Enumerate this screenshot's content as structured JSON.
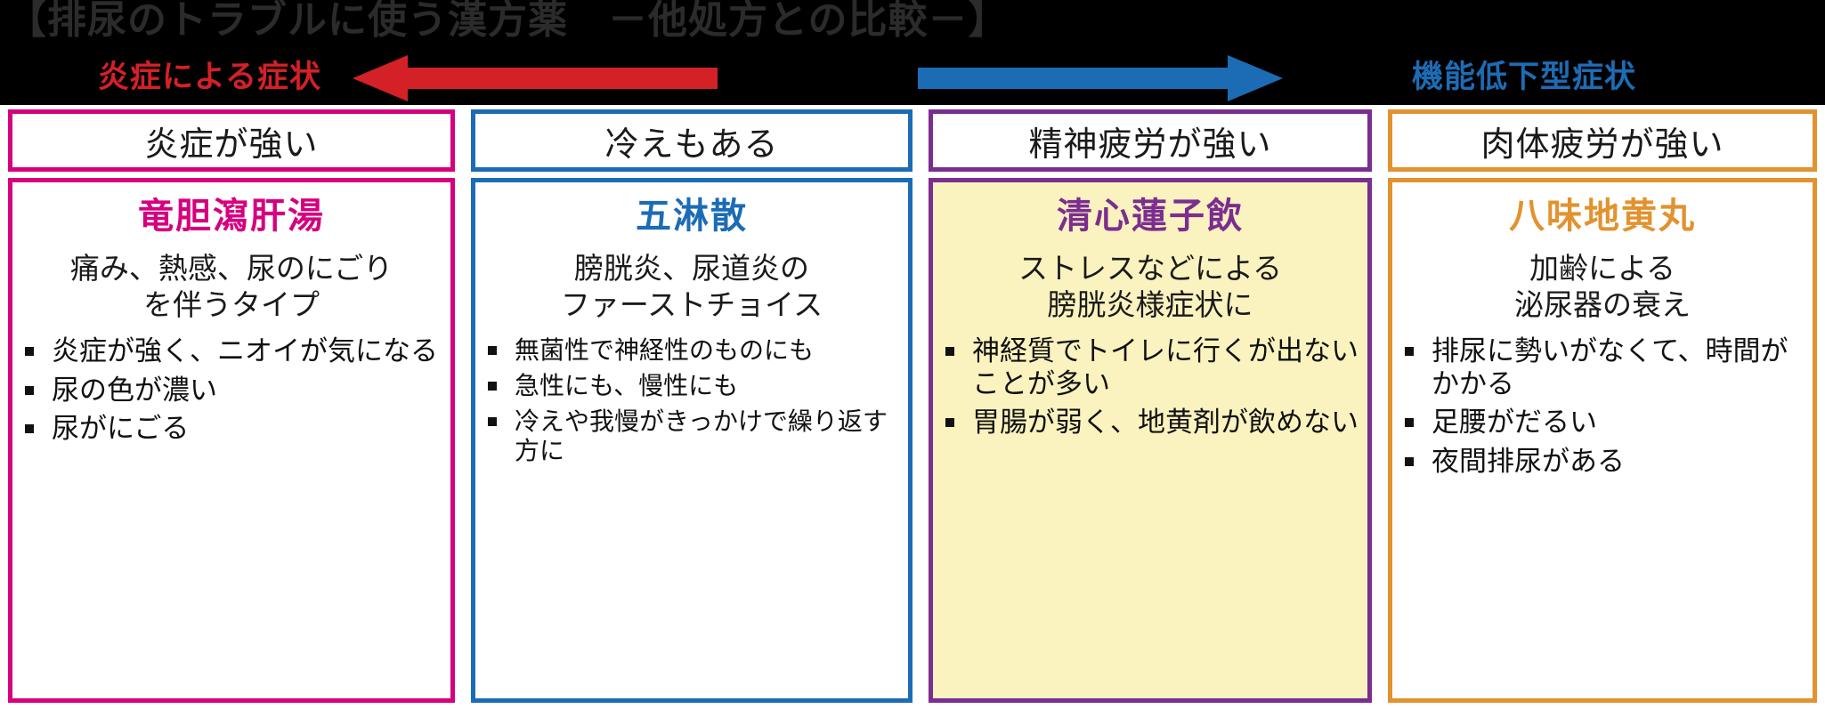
{
  "banner": {
    "title": "【排尿のトラブルに使う漢方薬　－他処方との比較－】",
    "left_label": "炎症による症状",
    "right_label": "機能低下型症状",
    "left_arrow_color": "#d42027",
    "right_arrow_color": "#1c6cb5",
    "background": "#000000",
    "title_color": "#2b2b2b"
  },
  "columns": [
    {
      "header": "炎症が強い",
      "accent": "#d6007f",
      "background": "#ffffff",
      "drug": "竜胆瀉肝湯",
      "description": "痛み、熱感、尿のにごり\nを伴うタイプ",
      "desc_line1": "痛み、熱感、尿のにごり",
      "desc_line2": "を伴うタイプ",
      "bullets": [
        "炎症が強く、ニオイが気になる",
        "尿の色が濃い",
        "尿がにごる"
      ]
    },
    {
      "header": "冷えもある",
      "accent": "#1c6cb5",
      "background": "#ffffff",
      "drug": "五淋散",
      "description": "膀胱炎、尿道炎の\nファーストチョイス",
      "desc_line1": "膀胱炎、尿道炎の",
      "desc_line2": "ファーストチョイス",
      "bullets": [
        "無菌性で神経性のものにも",
        "急性にも、慢性にも",
        "冷えや我慢がきっかけで繰り返す方に"
      ]
    },
    {
      "header": "精神疲労が強い",
      "accent": "#7b2d90",
      "background": "#fbf3bf",
      "drug": "清心蓮子飲",
      "description": "ストレスなどによる\n膀胱炎様症状に",
      "desc_line1": "ストレスなどによる",
      "desc_line2": "膀胱炎様症状に",
      "bullets": [
        "神経質でトイレに行くが出ないことが多い",
        "胃腸が弱く、地黄剤が飲めない"
      ]
    },
    {
      "header": "肉体疲労が強い",
      "accent": "#e2922f",
      "background": "#ffffff",
      "drug": "八味地黄丸",
      "description": "加齢による\n泌尿器の衰え",
      "desc_line1": "加齢による",
      "desc_line2": "泌尿器の衰え",
      "bullets": [
        "排尿に勢いがなくて、時間がかかる",
        "足腰がだるい",
        "夜間排尿がある"
      ]
    }
  ]
}
